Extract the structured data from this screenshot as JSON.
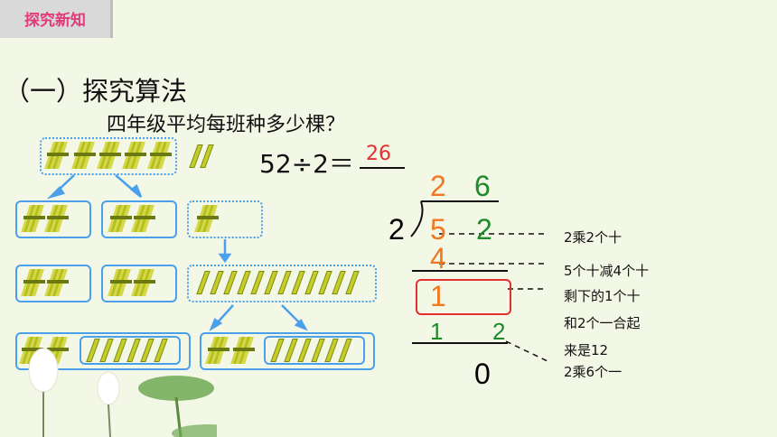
{
  "header": {
    "tag": "探究新知"
  },
  "section_title": "（一）探究算法",
  "question": "四年级平均每班种多少棵？",
  "equation": {
    "left": "52÷2＝",
    "answer": "26"
  },
  "division": {
    "divisor": "2",
    "quotient_tens": "2",
    "quotient_ones": "6",
    "dividend_tens": "5",
    "dividend_ones": "2",
    "step1": "4",
    "remainder": "1",
    "step2_tens": "1",
    "step2_ones": "2",
    "final": "0"
  },
  "notes": [
    "2乘2个十",
    "5个十减4个十",
    "剩下的1个十",
    "和2个一合起",
    "来是12",
    "2乘6个一"
  ],
  "colors": {
    "orange": "#f07820",
    "green": "#1e8a2a",
    "red": "#e53030",
    "blue": "#4aa0ea"
  }
}
